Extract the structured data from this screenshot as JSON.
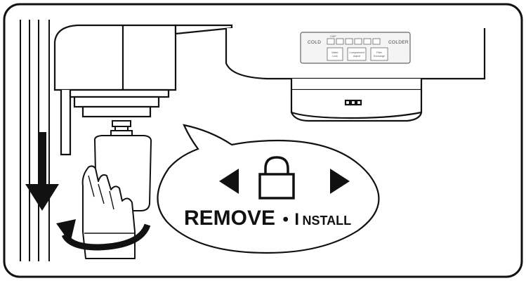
{
  "callout": {
    "remove": "REMOVE",
    "separator": "•",
    "install_first": "I",
    "install_rest": "NSTALL",
    "lock_icon": "padlock-icon",
    "left_icon": "triangle-left-icon",
    "right_icon": "triangle-right-icon"
  },
  "control_panel": {
    "left_label": "COLD",
    "right_label": "COLDER",
    "top_mark": "CHIP",
    "buttons": [
      {
        "line1": "Water",
        "line2": "Lock"
      },
      {
        "line1": "Compartment",
        "line2": "Adjust"
      },
      {
        "line1": "Filter",
        "line2": "Exchange"
      }
    ]
  },
  "arrows": {
    "down": "arrow-down-icon",
    "rotate": "rotate-arrow-icon"
  }
}
